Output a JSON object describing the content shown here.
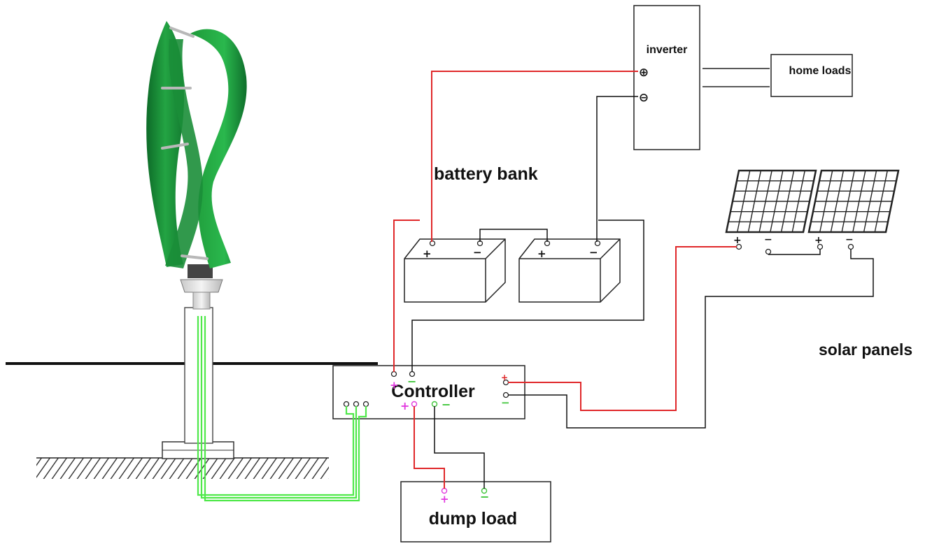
{
  "labels": {
    "inverter": "inverter",
    "home_loads": "home loads",
    "battery_bank": "battery bank",
    "solar_panels": "solar panels",
    "controller": "Controller",
    "dump_load": "dump load"
  },
  "symbols": {
    "plus": "+",
    "minus": "−",
    "circle_plus": "⊕",
    "circle_minus": "⊖"
  },
  "colors": {
    "positive_wire": "#e0282a",
    "negative_wire": "#111111",
    "turbine_wire": "#4fe84a",
    "terminal_plus": "#e23adf",
    "terminal_minus": "#3fc63a",
    "turbine_green": "#1f9a3a"
  }
}
